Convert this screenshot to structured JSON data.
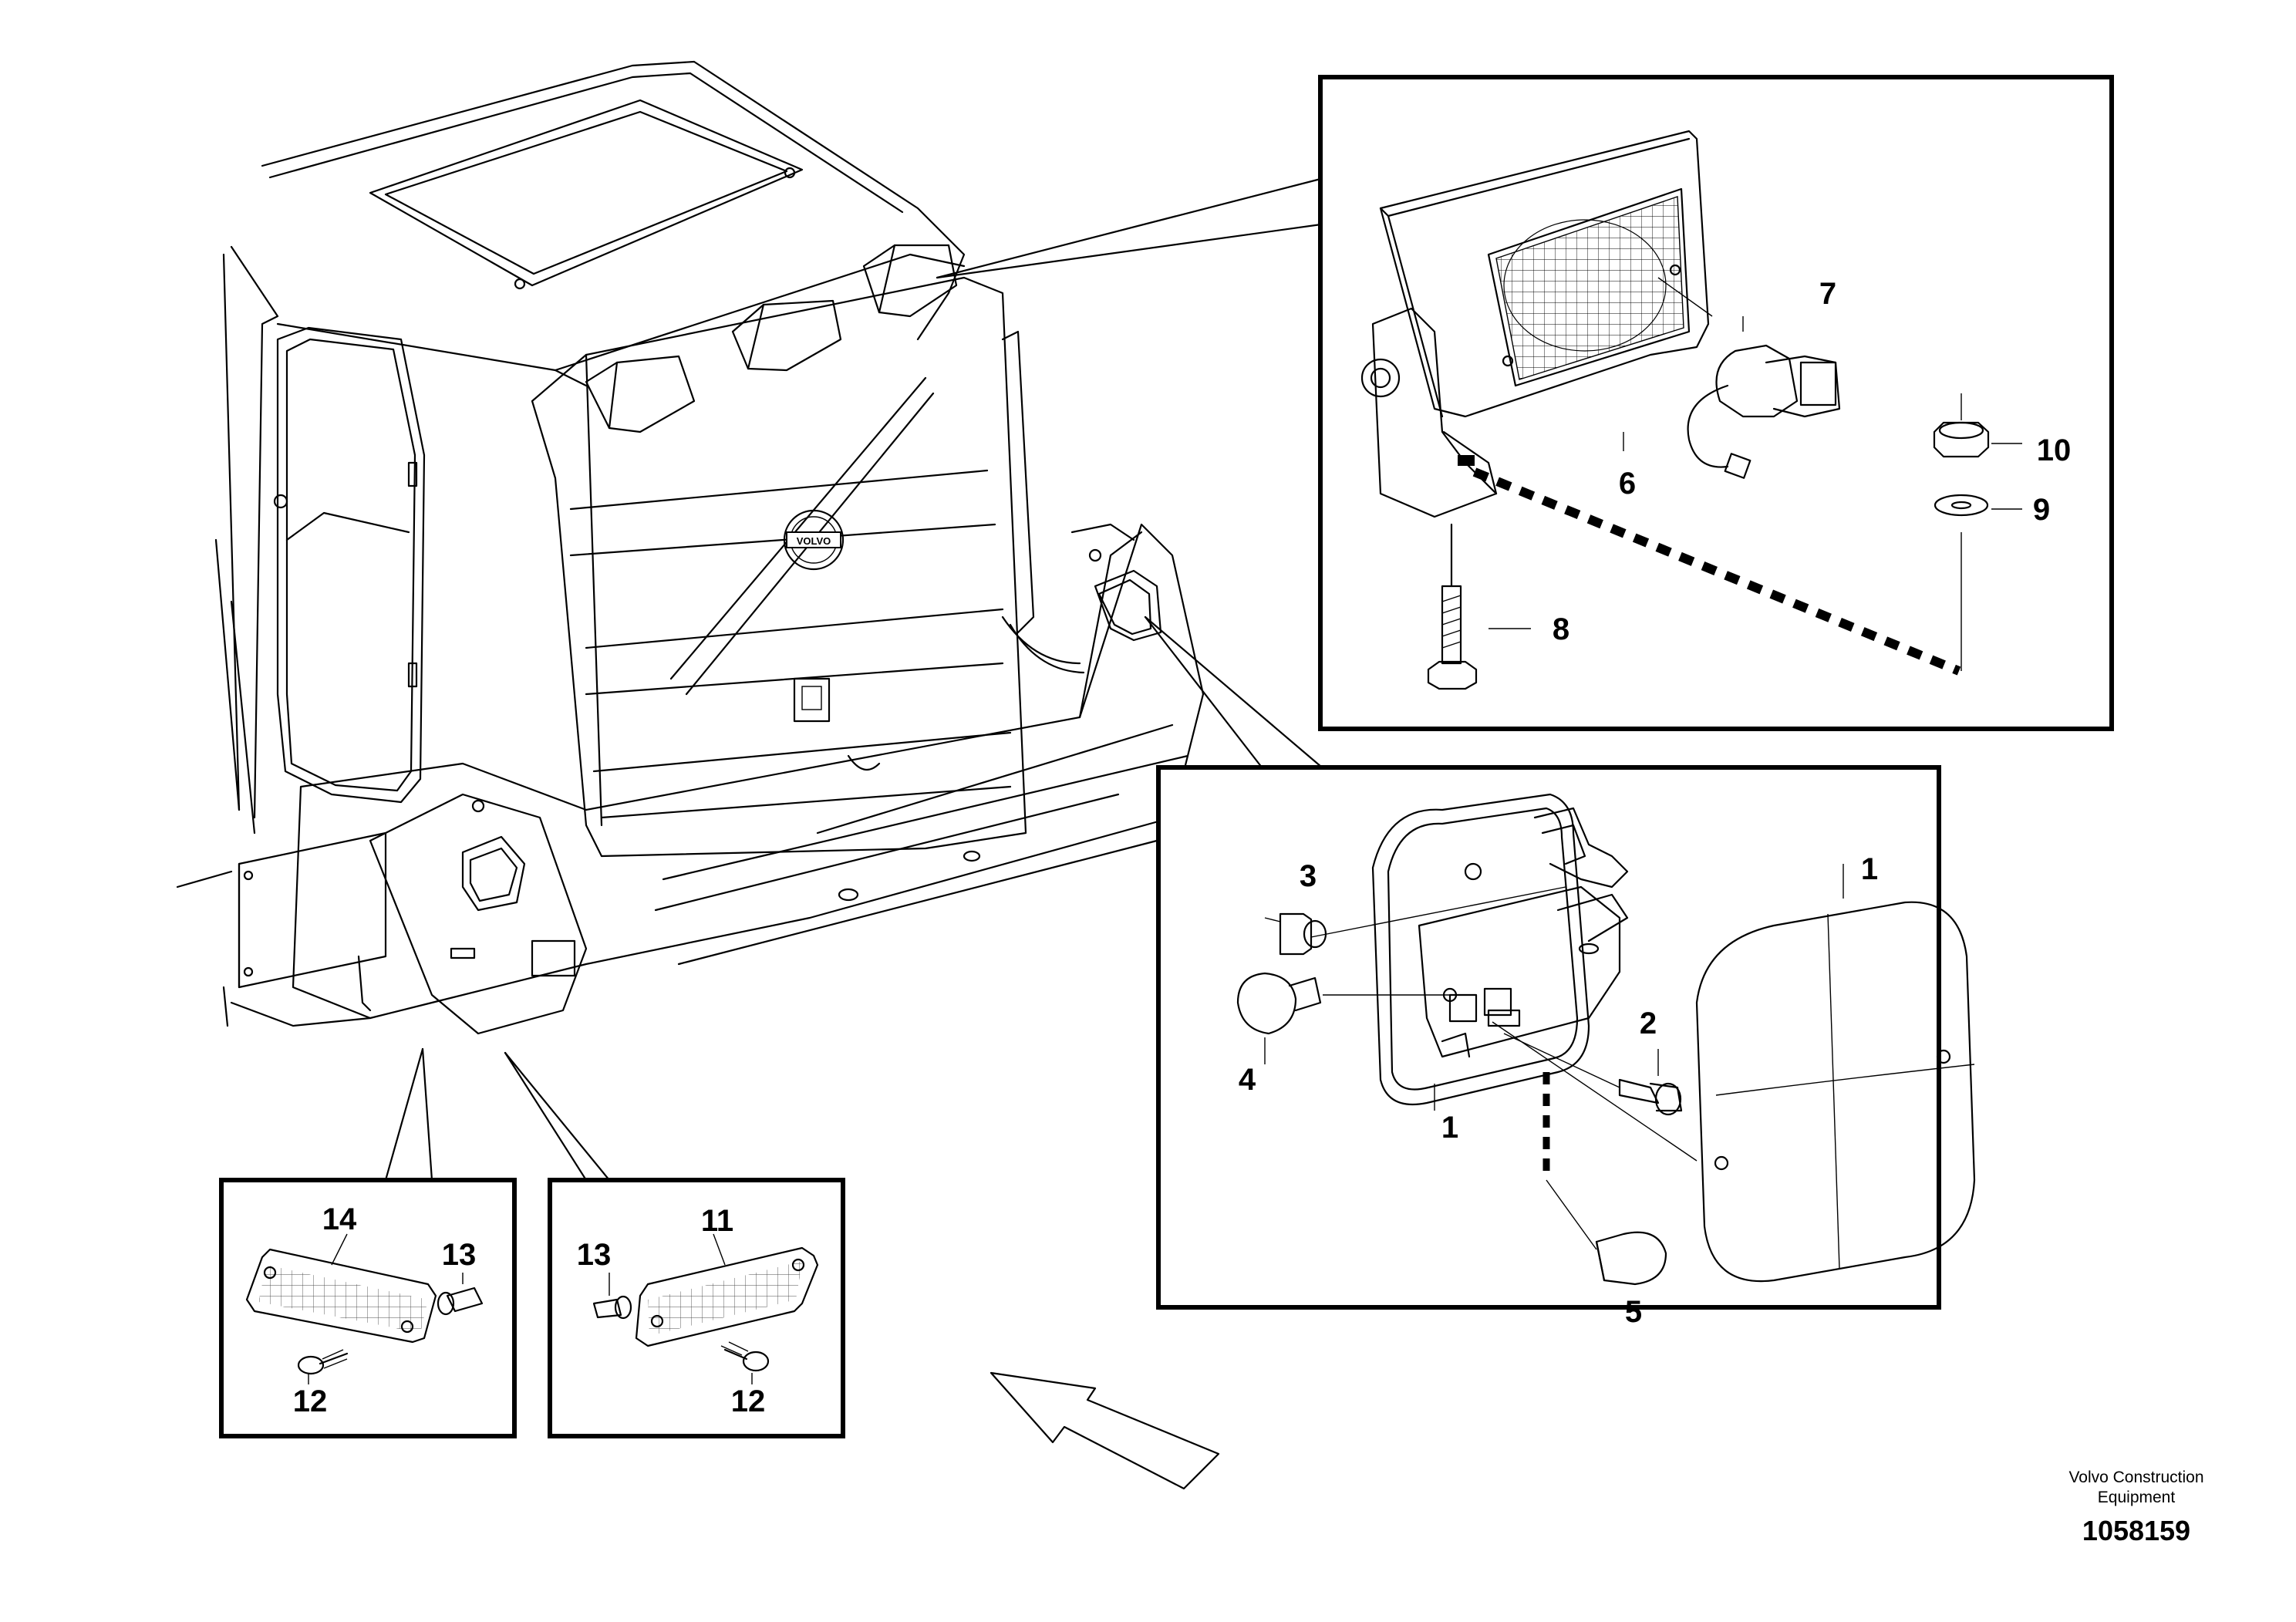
{
  "callouts": {
    "c1_top": "1",
    "c1_bottom": "1",
    "c2": "2",
    "c3": "3",
    "c4": "4",
    "c5": "5",
    "c6": "6",
    "c7": "7",
    "c8": "8",
    "c9": "9",
    "c10": "10",
    "c11": "11",
    "c12_left": "12",
    "c12_right": "12",
    "c13_left": "13",
    "c13_right": "13",
    "c14": "14"
  },
  "logo_text": "VOLVO",
  "credit": {
    "line1": "Volvo Construction",
    "line2": "Equipment",
    "doc_number": "1058159"
  }
}
